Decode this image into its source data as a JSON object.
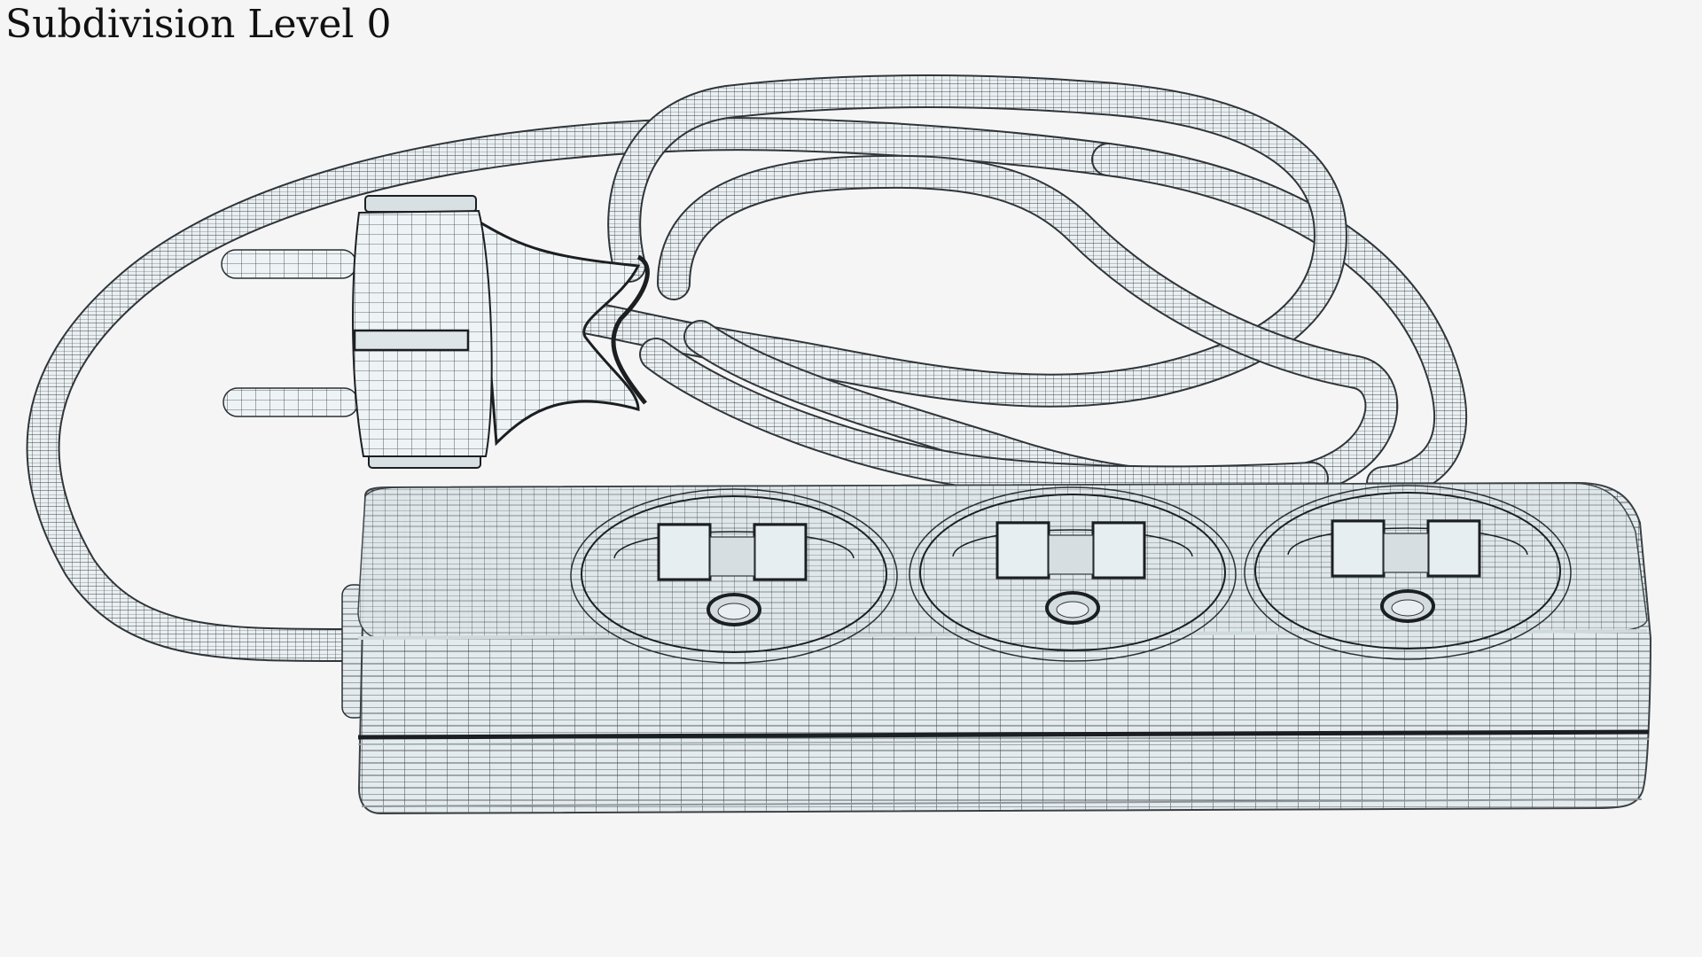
{
  "title": "Subdivision Level 0",
  "render": {
    "subject": "power strip with 3 sockets, cable and plug",
    "socket_count": 3,
    "style": "wireframe on shaded surface",
    "colors": {
      "background": "#f5f5f5",
      "surface": "#e3eaee",
      "surface_light": "#eef3f5",
      "wire": "#2a2f33",
      "edge": "#1c1f22",
      "text": "#111111"
    }
  }
}
